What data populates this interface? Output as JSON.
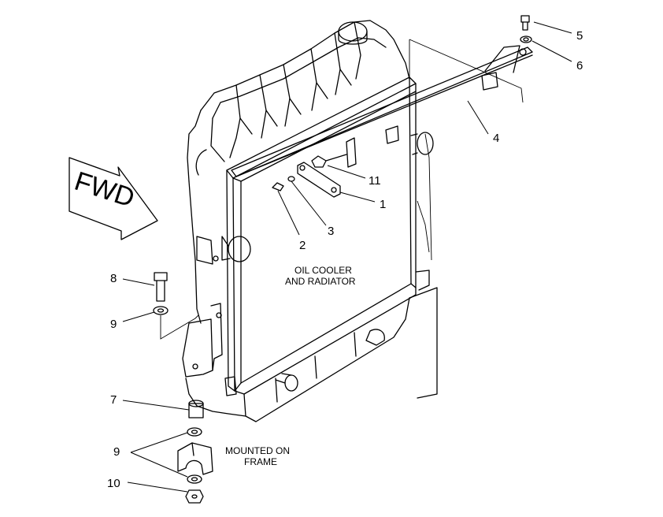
{
  "diagram": {
    "fwd_label": "FWD",
    "assembly_label_line1": "OIL COOLER",
    "assembly_label_line2": "AND RADIATOR",
    "mount_label_line1": "MOUNTED ON",
    "mount_label_line2": "FRAME",
    "callouts": {
      "c1": "1",
      "c2": "2",
      "c3": "3",
      "c4": "4",
      "c5": "5",
      "c6": "6",
      "c7": "7",
      "c8": "8",
      "c9a": "9",
      "c9b": "9",
      "c10": "10",
      "c11": "11"
    }
  }
}
